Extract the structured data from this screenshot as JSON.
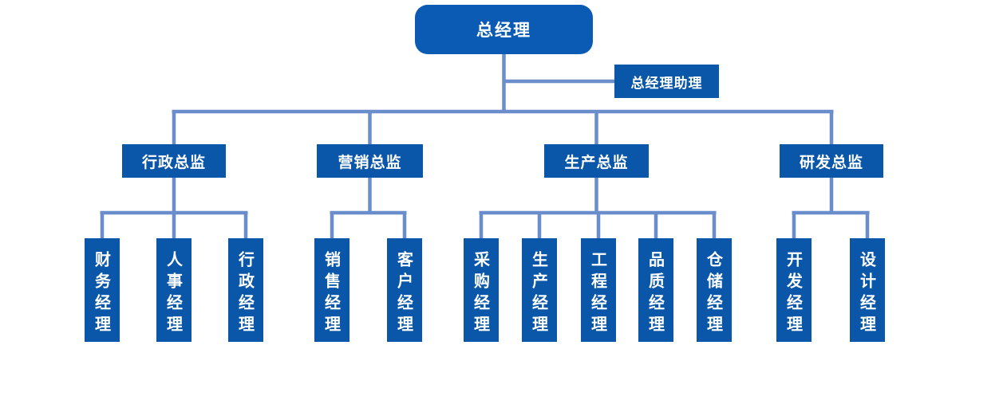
{
  "org": {
    "root": {
      "label": "总经理"
    },
    "assistant": {
      "label": "总经理助理"
    },
    "departments": [
      {
        "label": "行政总监",
        "children": [
          "财务经理",
          "人事经理",
          "行政经理"
        ]
      },
      {
        "label": "营销总监",
        "children": [
          "销售经理",
          "客户经理"
        ]
      },
      {
        "label": "生产总监",
        "children": [
          "采购经理",
          "生产经理",
          "工程经理",
          "品质经理",
          "仓储经理"
        ]
      },
      {
        "label": "研发总监",
        "children": [
          "开发经理",
          "设计经理"
        ]
      }
    ],
    "colors": {
      "root_fill": "#0B5BB5",
      "node_fill": "#0A56A8",
      "connector": "#6A8ECB",
      "text": "#FFFFFF"
    }
  }
}
